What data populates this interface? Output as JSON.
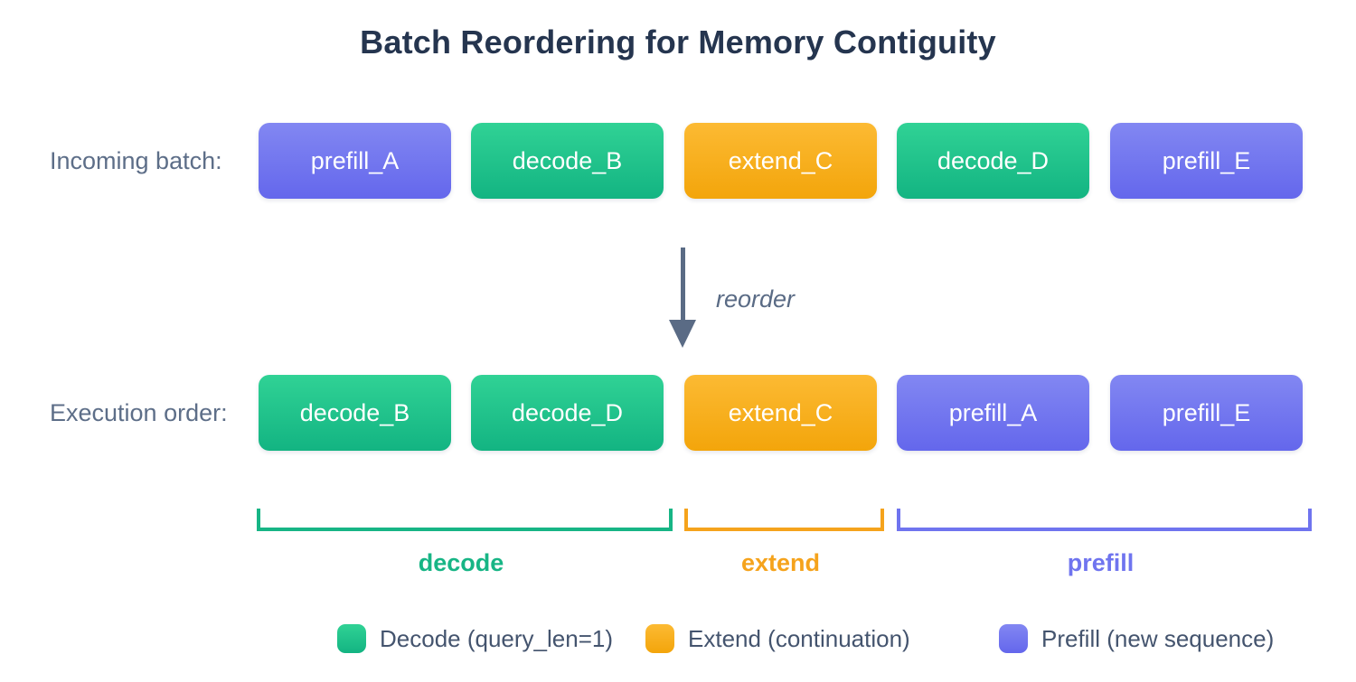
{
  "title": "Batch Reordering for Memory Contiguity",
  "arrow_label": "reorder",
  "rows": [
    {
      "label": "Incoming batch:",
      "boxes": [
        {
          "label": "prefill_A",
          "type": "prefill"
        },
        {
          "label": "decode_B",
          "type": "decode"
        },
        {
          "label": "extend_C",
          "type": "extend"
        },
        {
          "label": "decode_D",
          "type": "decode"
        },
        {
          "label": "prefill_E",
          "type": "prefill"
        }
      ]
    },
    {
      "label": "Execution order:",
      "boxes": [
        {
          "label": "decode_B",
          "type": "decode"
        },
        {
          "label": "decode_D",
          "type": "decode"
        },
        {
          "label": "extend_C",
          "type": "extend"
        },
        {
          "label": "prefill_A",
          "type": "prefill"
        },
        {
          "label": "prefill_E",
          "type": "prefill"
        }
      ]
    }
  ],
  "brackets": [
    {
      "label": "decode",
      "type": "decode"
    },
    {
      "label": "extend",
      "type": "extend"
    },
    {
      "label": "prefill",
      "type": "prefill"
    }
  ],
  "legend": [
    {
      "label": "Decode (query_len=1)",
      "type": "decode"
    },
    {
      "label": "Extend (continuation)",
      "type": "extend"
    },
    {
      "label": "Prefill (new sequence)",
      "type": "prefill"
    }
  ],
  "colors": {
    "title_color": "#25354f",
    "label_color": "#5d6e88",
    "arrow_color": "#5a6b85",
    "legend_text_color": "#44546e",
    "green_top": "#30d295",
    "green_bottom": "#13b482",
    "green_solid": "#17b585",
    "orange_top": "#fcba33",
    "orange_bottom": "#f3a50b",
    "orange_solid": "#f5a31c",
    "purple_top": "#8287f2",
    "purple_bottom": "#6467ec",
    "purple_solid": "#6f74ef"
  }
}
